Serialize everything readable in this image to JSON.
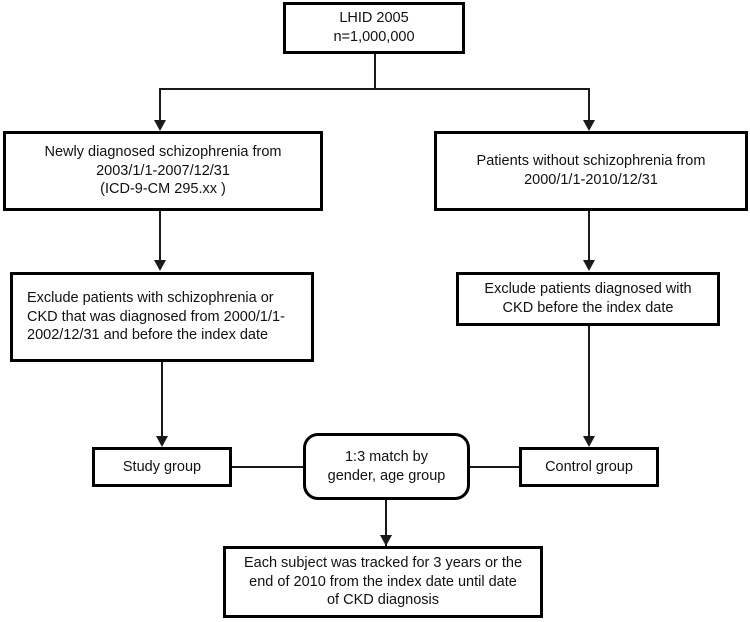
{
  "diagram": {
    "type": "flowchart",
    "title": "Study population selection flowchart",
    "nodes": {
      "source": {
        "label": "LHID 2005\nn=1,000,000",
        "shape": "rectangle"
      },
      "exposed_cohort": {
        "label": "Newly diagnosed schizophrenia from\n2003/1/1-2007/12/31\n(ICD-9-CM 295.xx )",
        "shape": "rectangle"
      },
      "unexposed_cohort": {
        "label": "Patients without schizophrenia from\n2000/1/1-2010/12/31",
        "shape": "rectangle"
      },
      "exclude_left": {
        "label": "Exclude patients with schizophrenia or\nCKD that was diagnosed from  2000/1/1-\n2002/12/31  and before the  index date",
        "shape": "rectangle"
      },
      "exclude_right": {
        "label": "Exclude patients diagnosed with\nCKD before the  index date",
        "shape": "rectangle"
      },
      "study_group": {
        "label": "Study group",
        "shape": "rectangle"
      },
      "match": {
        "label": "1:3 match by\ngender, age group",
        "shape": "rounded-rectangle"
      },
      "control_group": {
        "label": "Control group",
        "shape": "rectangle"
      },
      "followup": {
        "label": "Each subject was tracked for 3 years or the\nend of 2010 from the index date until date\nof CKD diagnosis",
        "shape": "rectangle"
      }
    },
    "colors": {
      "box_border": "#000000",
      "connector": "#1a1a1a",
      "background": "#ffffff",
      "text": "#111111"
    }
  }
}
